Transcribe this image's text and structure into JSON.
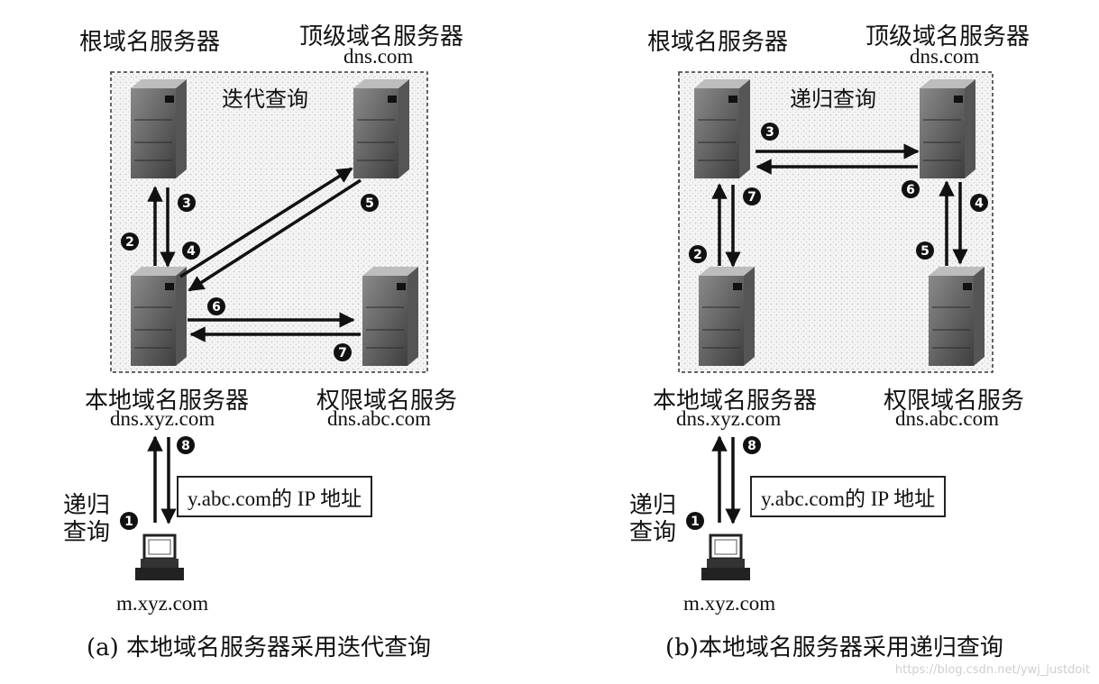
{
  "panel_a": {
    "root_server": "根域名服务器",
    "tld_server": "顶级域名服务器",
    "tld_domain": "dns.com",
    "box_label": "迭代查询",
    "local_server": "本地域名服务器",
    "local_domain": "dns.xyz.com",
    "auth_server": "权限域名服务",
    "auth_domain": "dns.abc.com",
    "client_query_line1": "递归",
    "client_query_line2": "查询",
    "answer": "y.abc.com的 IP 地址",
    "host": "m.xyz.com",
    "caption": "(a) 本地域名服务器采用迭代查询",
    "steps": [
      "1",
      "2",
      "3",
      "4",
      "5",
      "6",
      "7",
      "8"
    ]
  },
  "panel_b": {
    "root_server": "根域名服务器",
    "tld_server": "顶级域名服务器",
    "tld_domain": "dns.com",
    "box_label": "递归查询",
    "local_server": "本地域名服务器",
    "local_domain": "dns.xyz.com",
    "auth_server": "权限域名服务",
    "auth_domain": "dns.abc.com",
    "client_query_line1": "递归",
    "client_query_line2": "查询",
    "answer": "y.abc.com的 IP 地址",
    "host": "m.xyz.com",
    "caption": "(b)本地域名服务器采用递归查询",
    "steps": [
      "1",
      "2",
      "3",
      "4",
      "5",
      "6",
      "7",
      "8"
    ]
  },
  "watermark": "https://blog.csdn.net/ywj_justdoit"
}
